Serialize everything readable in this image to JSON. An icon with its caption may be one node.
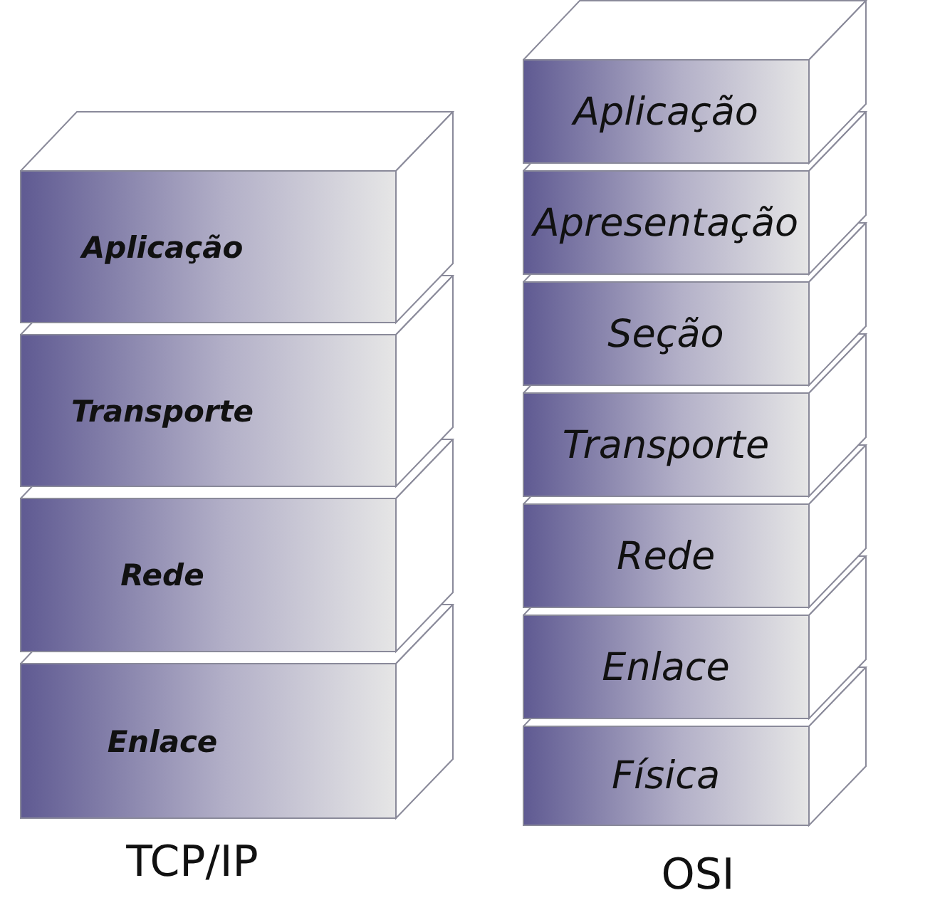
{
  "diagram": {
    "nodes": [
      {
        "text": [
          "Aplicação"
        ]
      },
      {
        "text": [
          "Transporte"
        ]
      },
      {
        "text": [
          "Rede"
        ]
      },
      {
        "text": [
          "Enlace"
        ]
      },
      {
        "text": [
          "Aplicação"
        ]
      },
      {
        "text": [
          "Apresentação"
        ]
      },
      {
        "text": [
          "Seção"
        ]
      },
      {
        "text": [
          "Transporte"
        ]
      },
      {
        "text": [
          "Rede"
        ]
      },
      {
        "text": [
          "Enlace"
        ]
      },
      {
        "text": [
          "Física"
        ]
      }
    ],
    "edges": [],
    "labels": [
      "TCP/IP",
      "OSI"
    ]
  }
}
